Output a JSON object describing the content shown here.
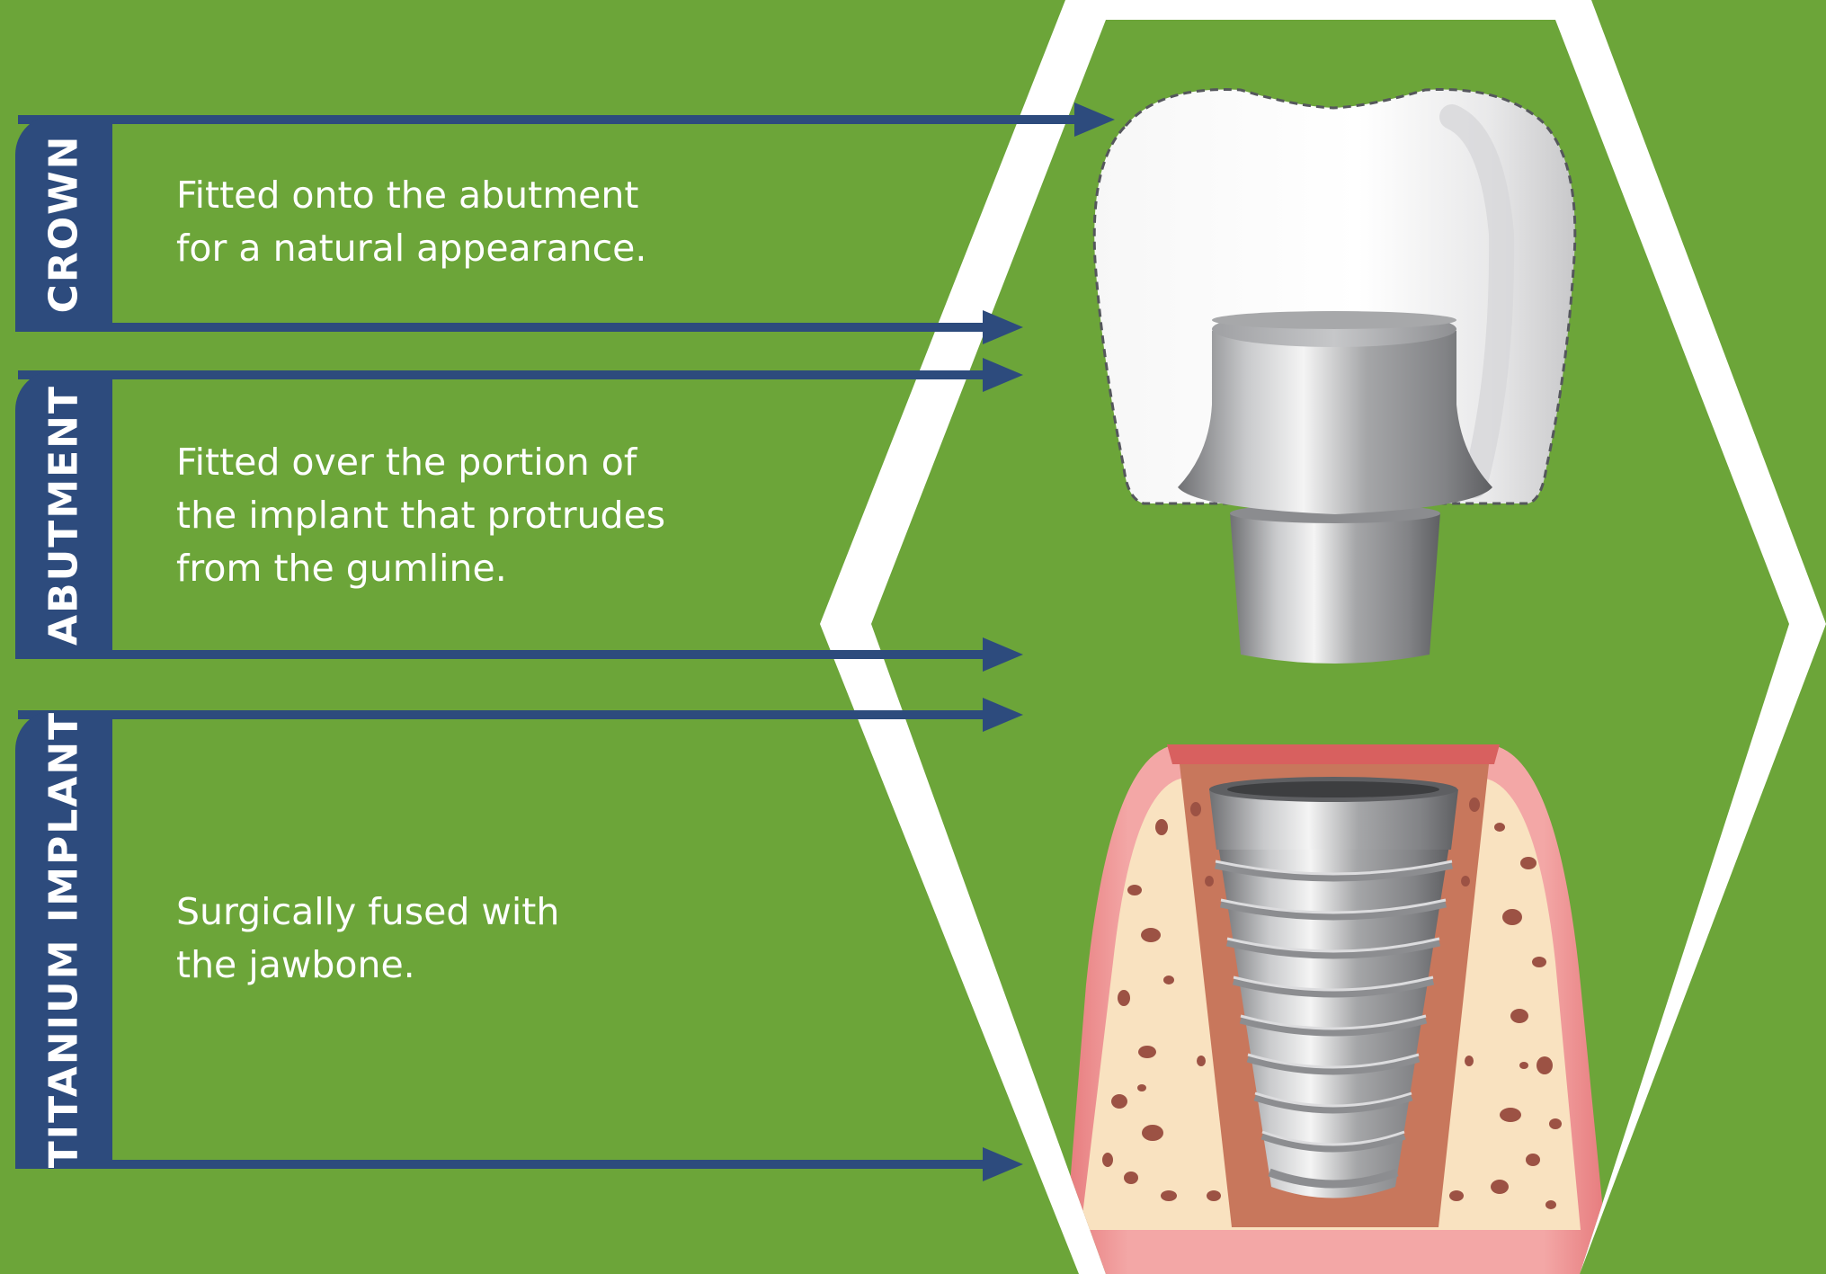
{
  "sections": [
    {
      "name": "CROWN",
      "lines": [
        "Fitted onto the abutment",
        "for a natural appearance."
      ]
    },
    {
      "name": "ABUTMENT",
      "lines": [
        "Fitted over the portion of",
        "the implant that protrudes",
        "from the gumline."
      ]
    },
    {
      "name": "TITANIUM IMPLANT",
      "lines": [
        "Surgically fused with",
        "the jawbone."
      ]
    }
  ],
  "colors": {
    "background": "#6ca539",
    "label_band": "#2d4b7d",
    "arrow": "#2d4b7d",
    "hexagon_outline": "#ffffff",
    "text": "#ffffff"
  }
}
